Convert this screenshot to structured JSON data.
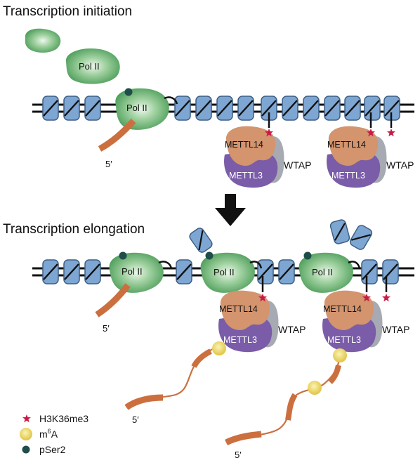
{
  "headings": {
    "initiation": "Transcription initiation",
    "elongation": "Transcription elongation"
  },
  "labels": {
    "pol2": "Pol II",
    "mettl14": "METTL14",
    "mettl3": "METTL3",
    "wtap": "WTAP",
    "five_prime": "5′"
  },
  "legend": {
    "h3k36me3": "H3K36me3",
    "m6a_prefix": "m",
    "m6a_sup": "6",
    "m6a_suffix": "A",
    "pser2": "pSer2"
  },
  "colors": {
    "pol2_green": "#5fb06c",
    "pol2_highlight": "#dff0dc",
    "nucleosome_blue": "#7ea6d2",
    "mettl14_tan": "#d3946e",
    "mettl3_purple": "#7a5ca8",
    "wtap_grey": "#a7aab3",
    "rna_orange": "#cc6f3f",
    "h3k36me3_red": "#c71b47",
    "m6a_yellow": "#ead15a",
    "pser2_teal": "#1f4d4a",
    "arrow_black": "#111111",
    "dna_black": "#111111"
  },
  "icons": [
    "star-icon",
    "yellow-circle-icon",
    "teal-dot-icon",
    "down-arrow-icon"
  ]
}
